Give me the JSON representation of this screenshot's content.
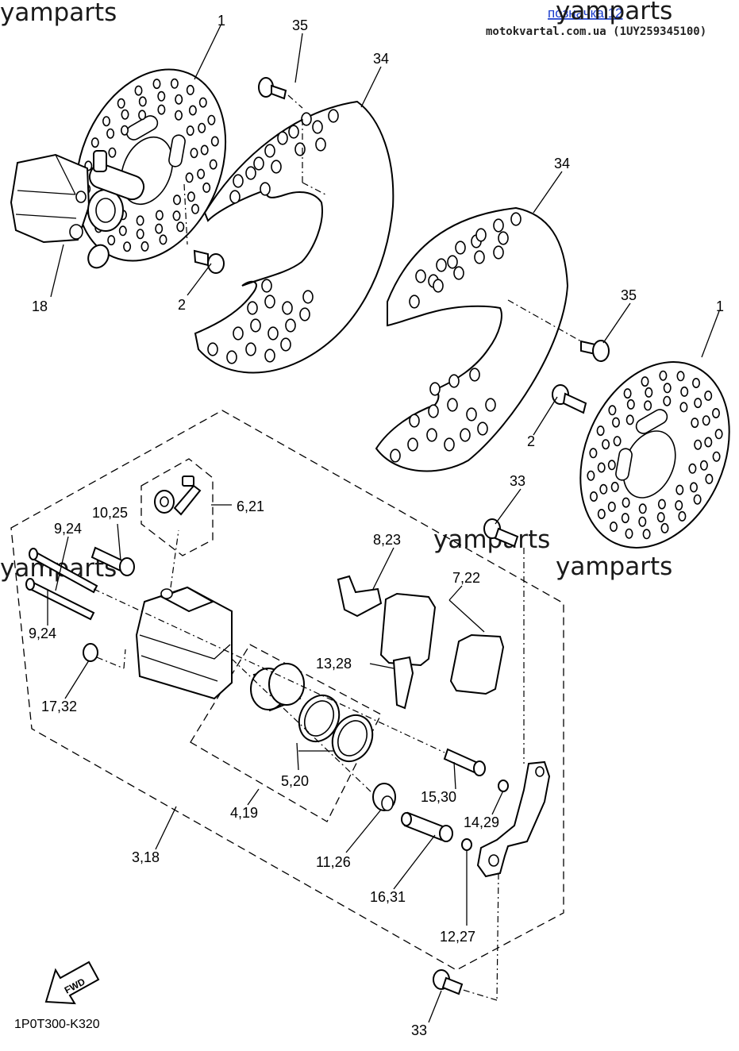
{
  "header": {
    "page_link": "позначка 12",
    "source": "motokvartal.com.ua (1UY259345100)"
  },
  "watermarks": [
    "yamparts",
    "yamparts",
    "yamparts",
    "yamparts",
    "yamparts"
  ],
  "footer": {
    "diagram_code": "1P0T300-K320",
    "fwd_label": "FWD"
  },
  "callouts": {
    "c1a": "1",
    "c35a": "35",
    "c34a": "34",
    "c18": "18",
    "c2a": "2",
    "c34b": "34",
    "c35b": "35",
    "c1b": "1",
    "c2b": "2",
    "c33a": "33",
    "c621": "6,21",
    "c1025": "10,25",
    "c924a": "9,24",
    "c924b": "9,24",
    "c823": "8,23",
    "c722": "7,22",
    "c1328": "13,28",
    "c1732": "17,32",
    "c520": "5,20",
    "c419": "4,19",
    "c1530": "15,30",
    "c1429": "14,29",
    "c318": "3,18",
    "c1126": "11,26",
    "c1631": "16,31",
    "c1227": "12,27",
    "c33b": "33"
  }
}
